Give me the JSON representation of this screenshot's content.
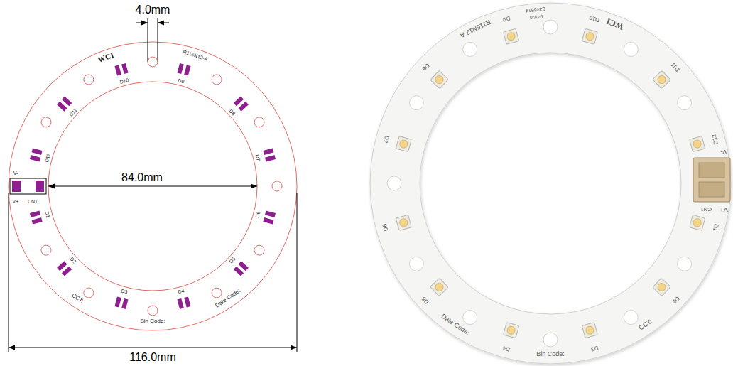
{
  "diagram": {
    "labels": [
      "4.0mm",
      "WCI",
      "R116N12-A",
      "D10",
      "D9",
      "D11",
      "D8",
      "D12",
      "D7",
      "V-",
      "CN1",
      "84.0mm",
      "V+",
      "D1",
      "D6",
      "D2",
      "D5",
      "CCT:",
      "D3",
      "D4",
      "Date Code:",
      "Bin Code:",
      "116.0mm",
      "R116N12-A",
      "E346514",
      "94V-0",
      "WCI",
      "D9",
      "D10",
      "D8",
      "D11",
      "D7",
      "D12",
      "V-",
      "D6",
      "CN1",
      "V+",
      "D1",
      "D5",
      "D2",
      "Date Code:",
      "D4",
      "D3",
      "CCT:",
      "Bin Code:"
    ]
  }
}
